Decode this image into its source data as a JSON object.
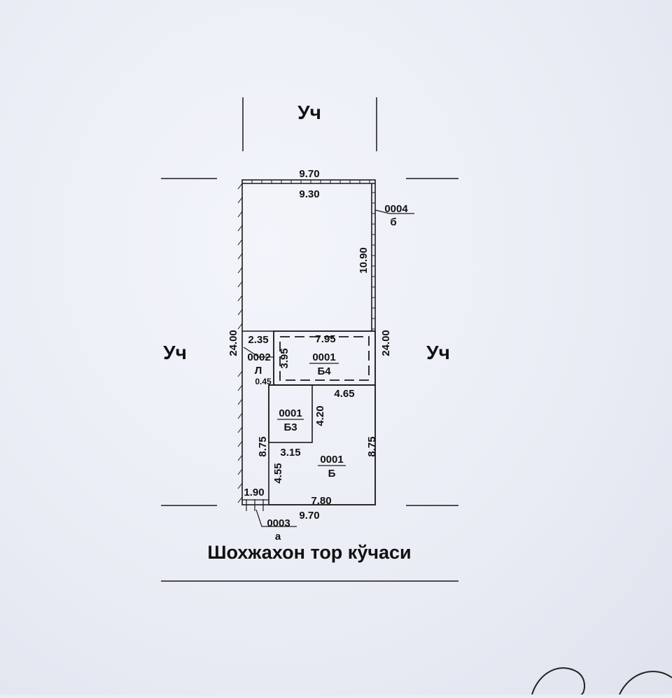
{
  "neighbors": {
    "top": "Уч",
    "left": "Уч",
    "right": "Уч"
  },
  "street": "Шохжахон тор кўчаси",
  "dimensions": {
    "top_outer": "9.70",
    "top_inner": "9.30",
    "right_upper": "10.90",
    "right_total": "24.00",
    "left_total": "24.00",
    "b4_width": "7.95",
    "b4_left_gap": "2.35",
    "b4_height": "3.95",
    "l_small": "0.45",
    "b_top_right": "4.65",
    "b3_height": "4.20",
    "b3_width": "3.15",
    "b_left_upper": "8.75",
    "b_left_lower": "4.55",
    "b_right": "8.75",
    "bottom_left": "1.90",
    "b_bottom": "7.80",
    "bottom_outer": "9.70"
  },
  "parcels": {
    "p0004_num": "0004",
    "p0004_sub": "б",
    "b4_num": "0001",
    "b4_sub": "Б4",
    "p0002_num": "0002",
    "p0002_sub": "Л",
    "b3_num": "0001",
    "b3_sub": "Б3",
    "b_num": "0001",
    "b_sub": "Б",
    "p0003_num": "0003",
    "p0003_sub": "а"
  }
}
